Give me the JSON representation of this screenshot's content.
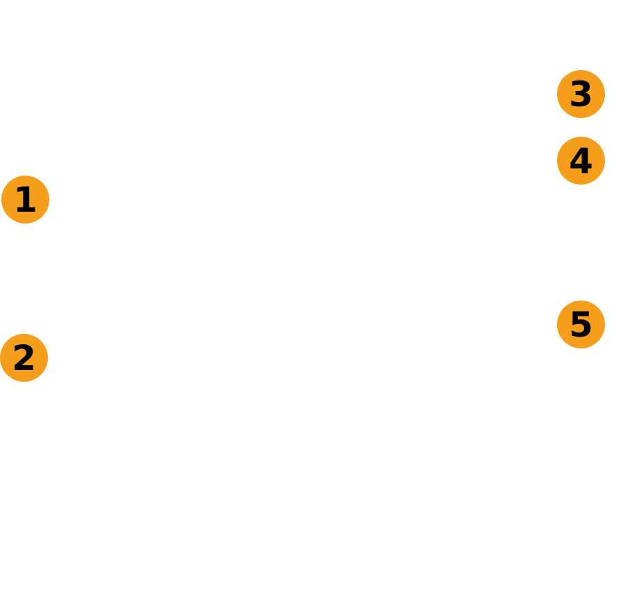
{
  "colors": {
    "callout_fill": "#F59E1B",
    "callout_text": "#000000",
    "background": "#FFFFFF"
  },
  "callouts": [
    {
      "label": "1"
    },
    {
      "label": "2"
    },
    {
      "label": "3"
    },
    {
      "label": "4"
    },
    {
      "label": "5"
    }
  ]
}
